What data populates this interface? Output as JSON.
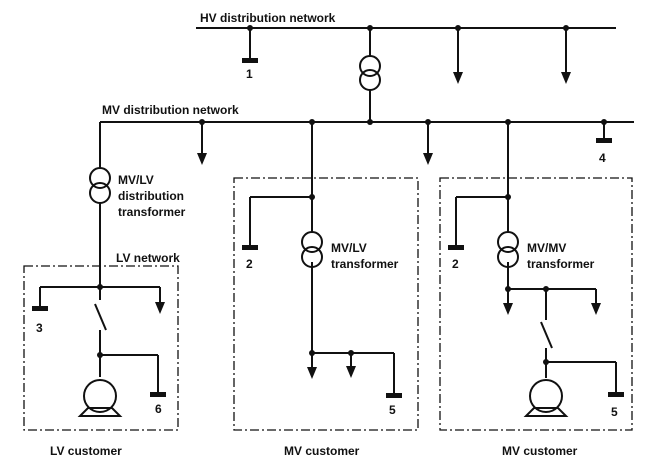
{
  "labels": {
    "hv_network": "HV distribution network",
    "mv_network": "MV distribution network",
    "mvlv_distribution_transformer": [
      "MV/LV",
      "distribution",
      "transformer"
    ],
    "lv_network": "LV network",
    "mvlv_transformer": [
      "MV/LV",
      "transformer"
    ],
    "mvmv_transformer": [
      "MV/MV",
      "transformer"
    ],
    "lv_customer": "LV customer",
    "mv_customer_1": "MV customer",
    "mv_customer_2": "MV customer"
  },
  "points": {
    "p1": "1",
    "p2a": "2",
    "p2b": "2",
    "p3": "3",
    "p4": "4",
    "p5a": "5",
    "p5b": "5",
    "p6": "6"
  }
}
